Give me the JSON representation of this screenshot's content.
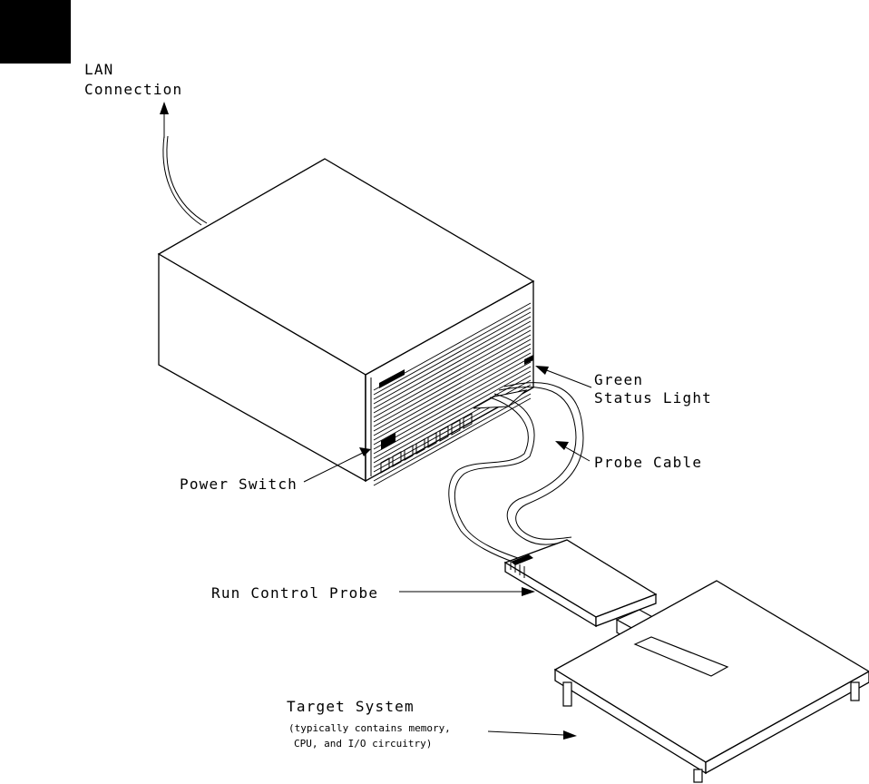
{
  "labels": {
    "lan_line1": "LAN",
    "lan_line2": "Connection",
    "green_line1": "Green",
    "green_line2": "Status Light",
    "probe_cable": "Probe Cable",
    "power_switch": "Power Switch",
    "run_control_probe": "Run Control Probe",
    "target_title": "Target System",
    "target_line1": "(typically contains memory,",
    "target_line2": "CPU, and I/O circuitry)"
  }
}
